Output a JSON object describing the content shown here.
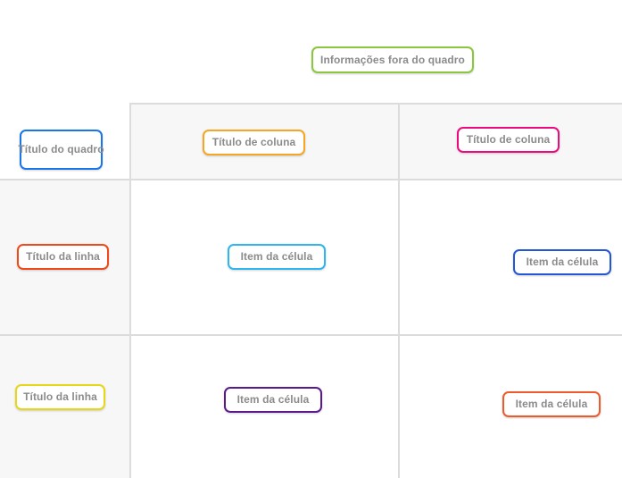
{
  "board": {
    "title": "Título do quadro",
    "title_color": "#1976e8",
    "outside_note": {
      "label": "Informações fora do quadro",
      "color": "#8cc63e"
    },
    "columns": [
      {
        "label": "Título de coluna",
        "color": "#f5a623"
      },
      {
        "label": "Título de coluna",
        "color": "#ec0b7f"
      }
    ],
    "rows": [
      {
        "label": "Título da linha",
        "color": "#ef4a1b"
      },
      {
        "label": "Título da linha",
        "color": "#e8d719"
      }
    ],
    "cells": [
      [
        {
          "label": "Item da célula",
          "color": "#2fb6ef"
        },
        {
          "label": "Item da célula",
          "color": "#2457d6"
        }
      ],
      [
        {
          "label": "Item da célula",
          "color": "#5b1a8c"
        },
        {
          "label": "Item da célula",
          "color": "#ef5a2b"
        }
      ]
    ],
    "theme": {
      "header_background": "#f7f7f7",
      "cell_background": "#ffffff",
      "gridline": "#dcdcdc",
      "chip_text": "#8b8b8b"
    }
  }
}
